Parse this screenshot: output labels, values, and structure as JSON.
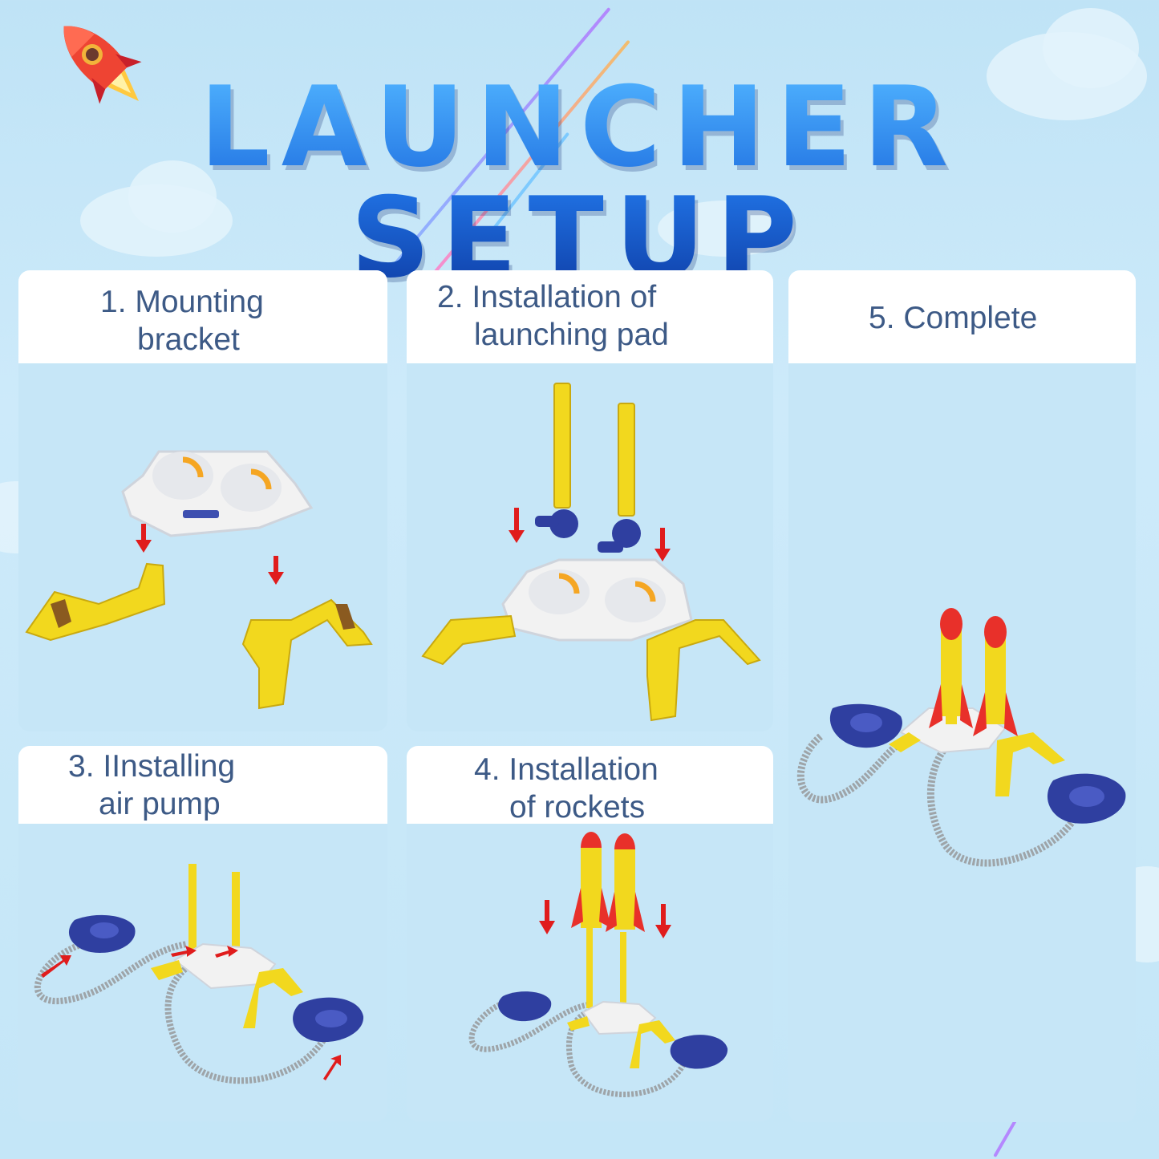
{
  "title": "LAUNCHER SETUP",
  "steps": [
    {
      "line1": "1. Mounting",
      "line2": "bracket"
    },
    {
      "line1": "2. Installation of",
      "line2": "launching pad"
    },
    {
      "line1": "3. IInstalling",
      "line2": "air pump"
    },
    {
      "line1": "4. Installation",
      "line2": "of rockets"
    },
    {
      "line1": "5. Complete"
    }
  ],
  "colors": {
    "header_text": "#3d5a86",
    "title_blue": "#1f6fe0",
    "part_yellow": "#f2d81e",
    "pump_blue": "#2f3fa0",
    "arrow_red": "#e01c1c",
    "rocket_red": "#e8302a"
  },
  "icons": [
    "rocket-icon",
    "down-arrow-icon",
    "foot-pump-icon",
    "launch-tube-icon",
    "bracket-leg-icon"
  ]
}
